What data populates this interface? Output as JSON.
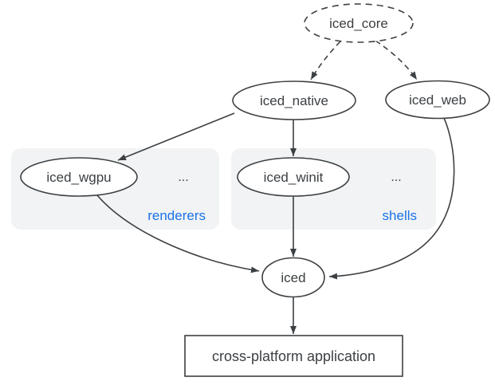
{
  "nodes": {
    "iced_core": {
      "label": "iced_core",
      "shape": "ellipse",
      "border": "dashed"
    },
    "iced_native": {
      "label": "iced_native",
      "shape": "ellipse",
      "border": "solid"
    },
    "iced_web": {
      "label": "iced_web",
      "shape": "ellipse",
      "border": "solid"
    },
    "iced_wgpu": {
      "label": "iced_wgpu",
      "shape": "ellipse",
      "border": "solid",
      "group": "renderers"
    },
    "iced_winit": {
      "label": "iced_winit",
      "shape": "ellipse",
      "border": "solid",
      "group": "shells"
    },
    "iced": {
      "label": "iced",
      "shape": "ellipse",
      "border": "solid"
    },
    "application": {
      "label": "cross-platform application",
      "shape": "rectangle",
      "border": "solid"
    }
  },
  "groups": {
    "renderers": {
      "label": "renderers",
      "more_indicator": "..."
    },
    "shells": {
      "label": "shells",
      "more_indicator": "..."
    }
  },
  "edges": [
    {
      "from": "iced_core",
      "to": "iced_native",
      "style": "dashed"
    },
    {
      "from": "iced_core",
      "to": "iced_web",
      "style": "dashed"
    },
    {
      "from": "iced_native",
      "to": "iced_wgpu",
      "style": "solid"
    },
    {
      "from": "iced_native",
      "to": "iced_winit",
      "style": "solid"
    },
    {
      "from": "iced_wgpu",
      "to": "iced",
      "style": "solid"
    },
    {
      "from": "iced_winit",
      "to": "iced",
      "style": "solid"
    },
    {
      "from": "iced_web",
      "to": "iced",
      "style": "solid"
    },
    {
      "from": "iced",
      "to": "application",
      "style": "solid"
    }
  ],
  "colors": {
    "node_stroke": "#3c4043",
    "text": "#3c4043",
    "group_fill": "#f1f3f4",
    "group_label": "#1a73e8",
    "canvas": "#ffffff"
  }
}
